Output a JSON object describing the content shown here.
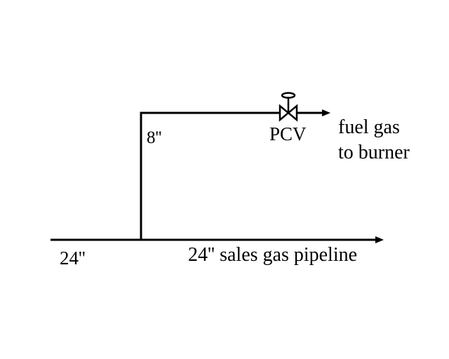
{
  "diagram": {
    "type": "piping-schematic",
    "colors": {
      "line": "#000000",
      "background": "#ffffff"
    },
    "labels": {
      "branch_size": "8''",
      "main_inlet_size": "24''",
      "main_pipeline": "24'' sales gas pipeline",
      "valve": "PCV",
      "outlet_line1": "fuel gas",
      "outlet_line2": "to burner"
    },
    "elements": [
      {
        "id": "main-pipeline",
        "kind": "pipe",
        "size": "24''",
        "direction": "left-to-right"
      },
      {
        "id": "branch-pipe",
        "kind": "pipe",
        "size": "8''",
        "from": "main-pipeline",
        "to": "pcv"
      },
      {
        "id": "pcv",
        "kind": "pressure-control-valve",
        "label": "PCV"
      },
      {
        "id": "fuel-gas-outlet",
        "kind": "flow-arrow",
        "destination": "fuel gas to burner"
      }
    ]
  }
}
